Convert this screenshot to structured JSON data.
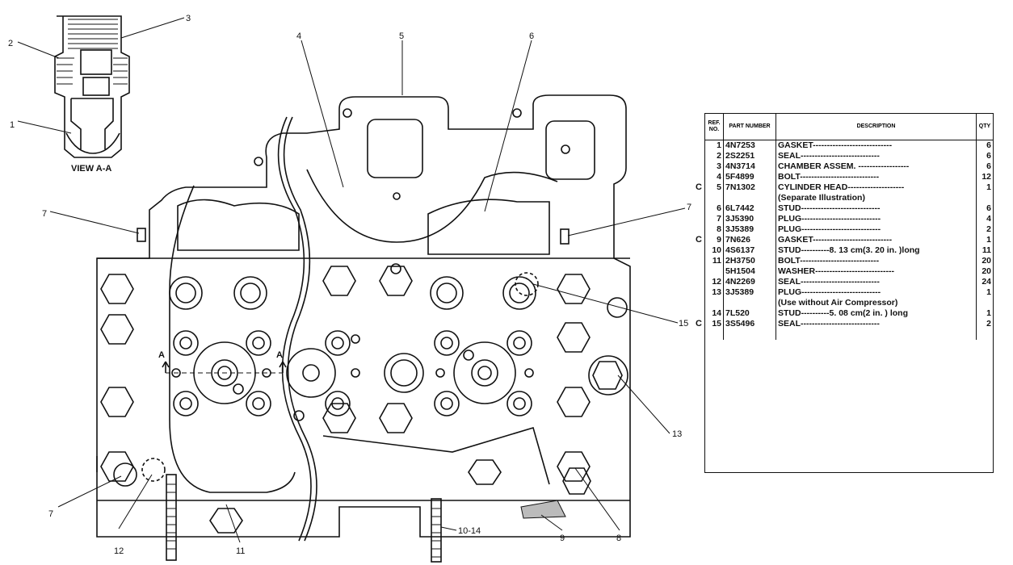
{
  "view_label": "VIEW A-A",
  "section_marks": [
    "A",
    "A"
  ],
  "callouts": [
    "1",
    "2",
    "3",
    "4",
    "5",
    "6",
    "7",
    "7",
    "7",
    "8",
    "9",
    "10-14",
    "11",
    "12",
    "13",
    "15"
  ],
  "table": {
    "headers": {
      "ref": "REF. NO.",
      "part": "PART NUMBER",
      "desc": "DESCRIPTION",
      "qty": "QTY"
    },
    "rows": [
      {
        "c": "",
        "ref": "1",
        "part": "4N7253",
        "desc": "GASKET----------------------------",
        "qty": "6"
      },
      {
        "c": "",
        "ref": "2",
        "part": "2S2251",
        "desc": "SEAL----------------------------",
        "qty": "6"
      },
      {
        "c": "",
        "ref": "3",
        "part": "4N3714",
        "desc": "CHAMBER ASSEM. ------------------",
        "qty": "6"
      },
      {
        "c": "",
        "ref": "4",
        "part": "5F4899",
        "desc": "BOLT----------------------------",
        "qty": "12"
      },
      {
        "c": "C",
        "ref": "5",
        "part": "7N1302",
        "desc": "CYLINDER HEAD--------------------",
        "qty": "1"
      },
      {
        "c": "",
        "ref": "",
        "part": "",
        "desc": "(Separate Illustration)",
        "qty": ""
      },
      {
        "c": "",
        "ref": "6",
        "part": "6L7442",
        "desc": "STUD----------------------------",
        "qty": "6"
      },
      {
        "c": "",
        "ref": "7",
        "part": "3J5390",
        "desc": "PLUG----------------------------",
        "qty": "4"
      },
      {
        "c": "",
        "ref": "8",
        "part": "3J5389",
        "desc": "PLUG----------------------------",
        "qty": "2"
      },
      {
        "c": "C",
        "ref": "9",
        "part": "7N626",
        "desc": "GASKET----------------------------",
        "qty": "1"
      },
      {
        "c": "",
        "ref": "10",
        "part": "4S6137",
        "desc": "STUD----------8. 13 cm(3. 20 in. )long",
        "qty": "11"
      },
      {
        "c": "",
        "ref": "11",
        "part": "2H3750",
        "desc": "BOLT----------------------------",
        "qty": "20"
      },
      {
        "c": "",
        "ref": "",
        "part": "5H1504",
        "desc": "WASHER----------------------------",
        "qty": "20"
      },
      {
        "c": "",
        "ref": "12",
        "part": "4N2269",
        "desc": "SEAL----------------------------",
        "qty": "24"
      },
      {
        "c": "",
        "ref": "13",
        "part": "3J5389",
        "desc": "PLUG----------------------------",
        "qty": "1"
      },
      {
        "c": "",
        "ref": "",
        "part": "",
        "desc": "(Use without Air Compressor)",
        "qty": ""
      },
      {
        "c": "",
        "ref": "14",
        "part": "7L520",
        "desc": "STUD----------5. 08 cm(2 in. ) long",
        "qty": "1"
      },
      {
        "c": "C",
        "ref": "15",
        "part": "3S5496",
        "desc": "SEAL----------------------------",
        "qty": "2"
      }
    ]
  }
}
